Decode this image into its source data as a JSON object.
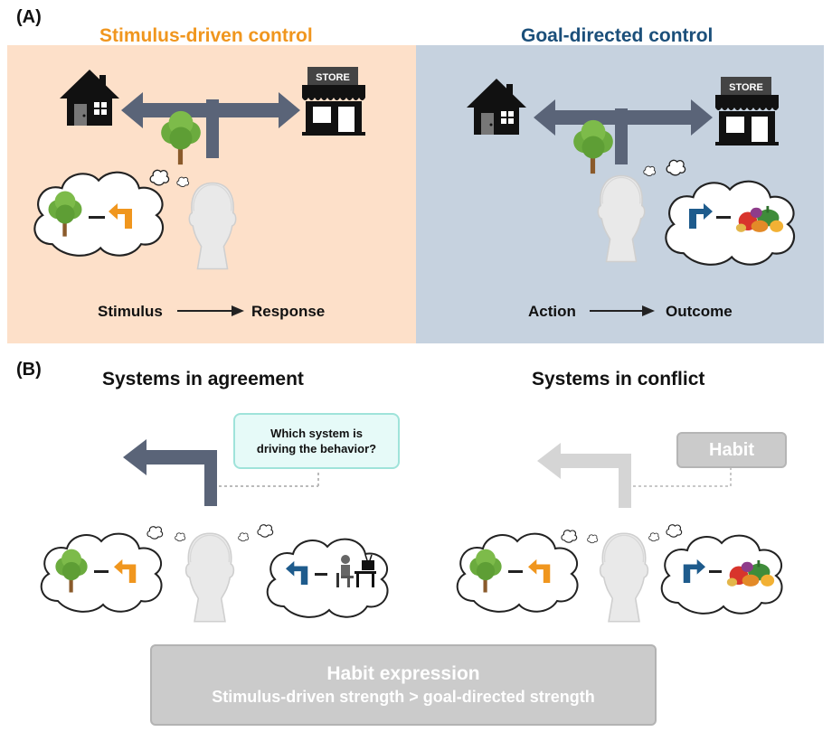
{
  "panel_a": {
    "label": "(A)",
    "left": {
      "title": "Stimulus-driven control",
      "title_color": "#f0961e",
      "bg": "#fde0c9",
      "flow_from": "Stimulus",
      "flow_to": "Response",
      "store_sign": "STORE"
    },
    "right": {
      "title": "Goal-directed control",
      "title_color": "#1b4f7a",
      "bg": "#c6d2df",
      "flow_from": "Action",
      "flow_to": "Outcome",
      "store_sign": "STORE"
    }
  },
  "panel_b": {
    "label": "(B)",
    "left": {
      "title": "Systems in agreement",
      "callout_line1": "Which system is",
      "callout_line2": "driving the behavior?"
    },
    "right": {
      "title": "Systems in conflict",
      "tag": "Habit"
    },
    "summary_line1": "Habit expression",
    "summary_line2": "Stimulus-driven strength > goal-directed strength"
  },
  "colors": {
    "arrow_dark": "#5a6478",
    "arrow_faded": "#d5d5d5",
    "orange_arrow": "#f0961e",
    "blue_arrow": "#1e5b8c"
  },
  "icons": [
    "house-icon",
    "store-icon",
    "tree-icon",
    "head-icon",
    "thought-cloud-icon",
    "turn-left-arrow-icon",
    "turn-right-arrow-icon",
    "food-icon",
    "person-at-desk-icon"
  ]
}
